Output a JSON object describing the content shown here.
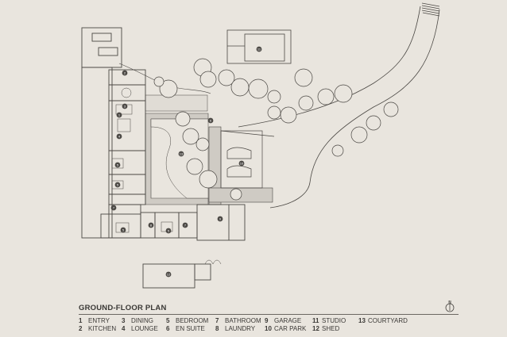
{
  "legend": {
    "title": "GROUND-FLOOR PLAN",
    "items": [
      {
        "number": "1",
        "label": "ENTRY"
      },
      {
        "number": "2",
        "label": "KITCHEN"
      },
      {
        "number": "3",
        "label": "DINING"
      },
      {
        "number": "4",
        "label": "LOUNGE"
      },
      {
        "number": "5",
        "label": "BEDROOM"
      },
      {
        "number": "6",
        "label": "EN SUITE"
      },
      {
        "number": "7",
        "label": "BATHROOM"
      },
      {
        "number": "8",
        "label": "LAUNDRY"
      },
      {
        "number": "9",
        "label": "GARAGE"
      },
      {
        "number": "10",
        "label": "CAR PARK"
      },
      {
        "number": "11",
        "label": "STUDIO"
      },
      {
        "number": "12",
        "label": "SHED"
      },
      {
        "number": "13",
        "label": "COURTYARD"
      }
    ]
  },
  "markers": [
    "11",
    "2",
    "3",
    "4",
    "1",
    "13",
    "10",
    "9",
    "5",
    "5",
    "7",
    "5",
    "8",
    "5",
    "7",
    "6",
    "12"
  ],
  "colors": {
    "background": "#e9e5de",
    "line": "#4a4743",
    "paving": "#cfcbc4",
    "marker": "#4d4a46"
  },
  "north_symbol": {
    "letter": "N",
    "icon": "north-arrow-icon"
  }
}
